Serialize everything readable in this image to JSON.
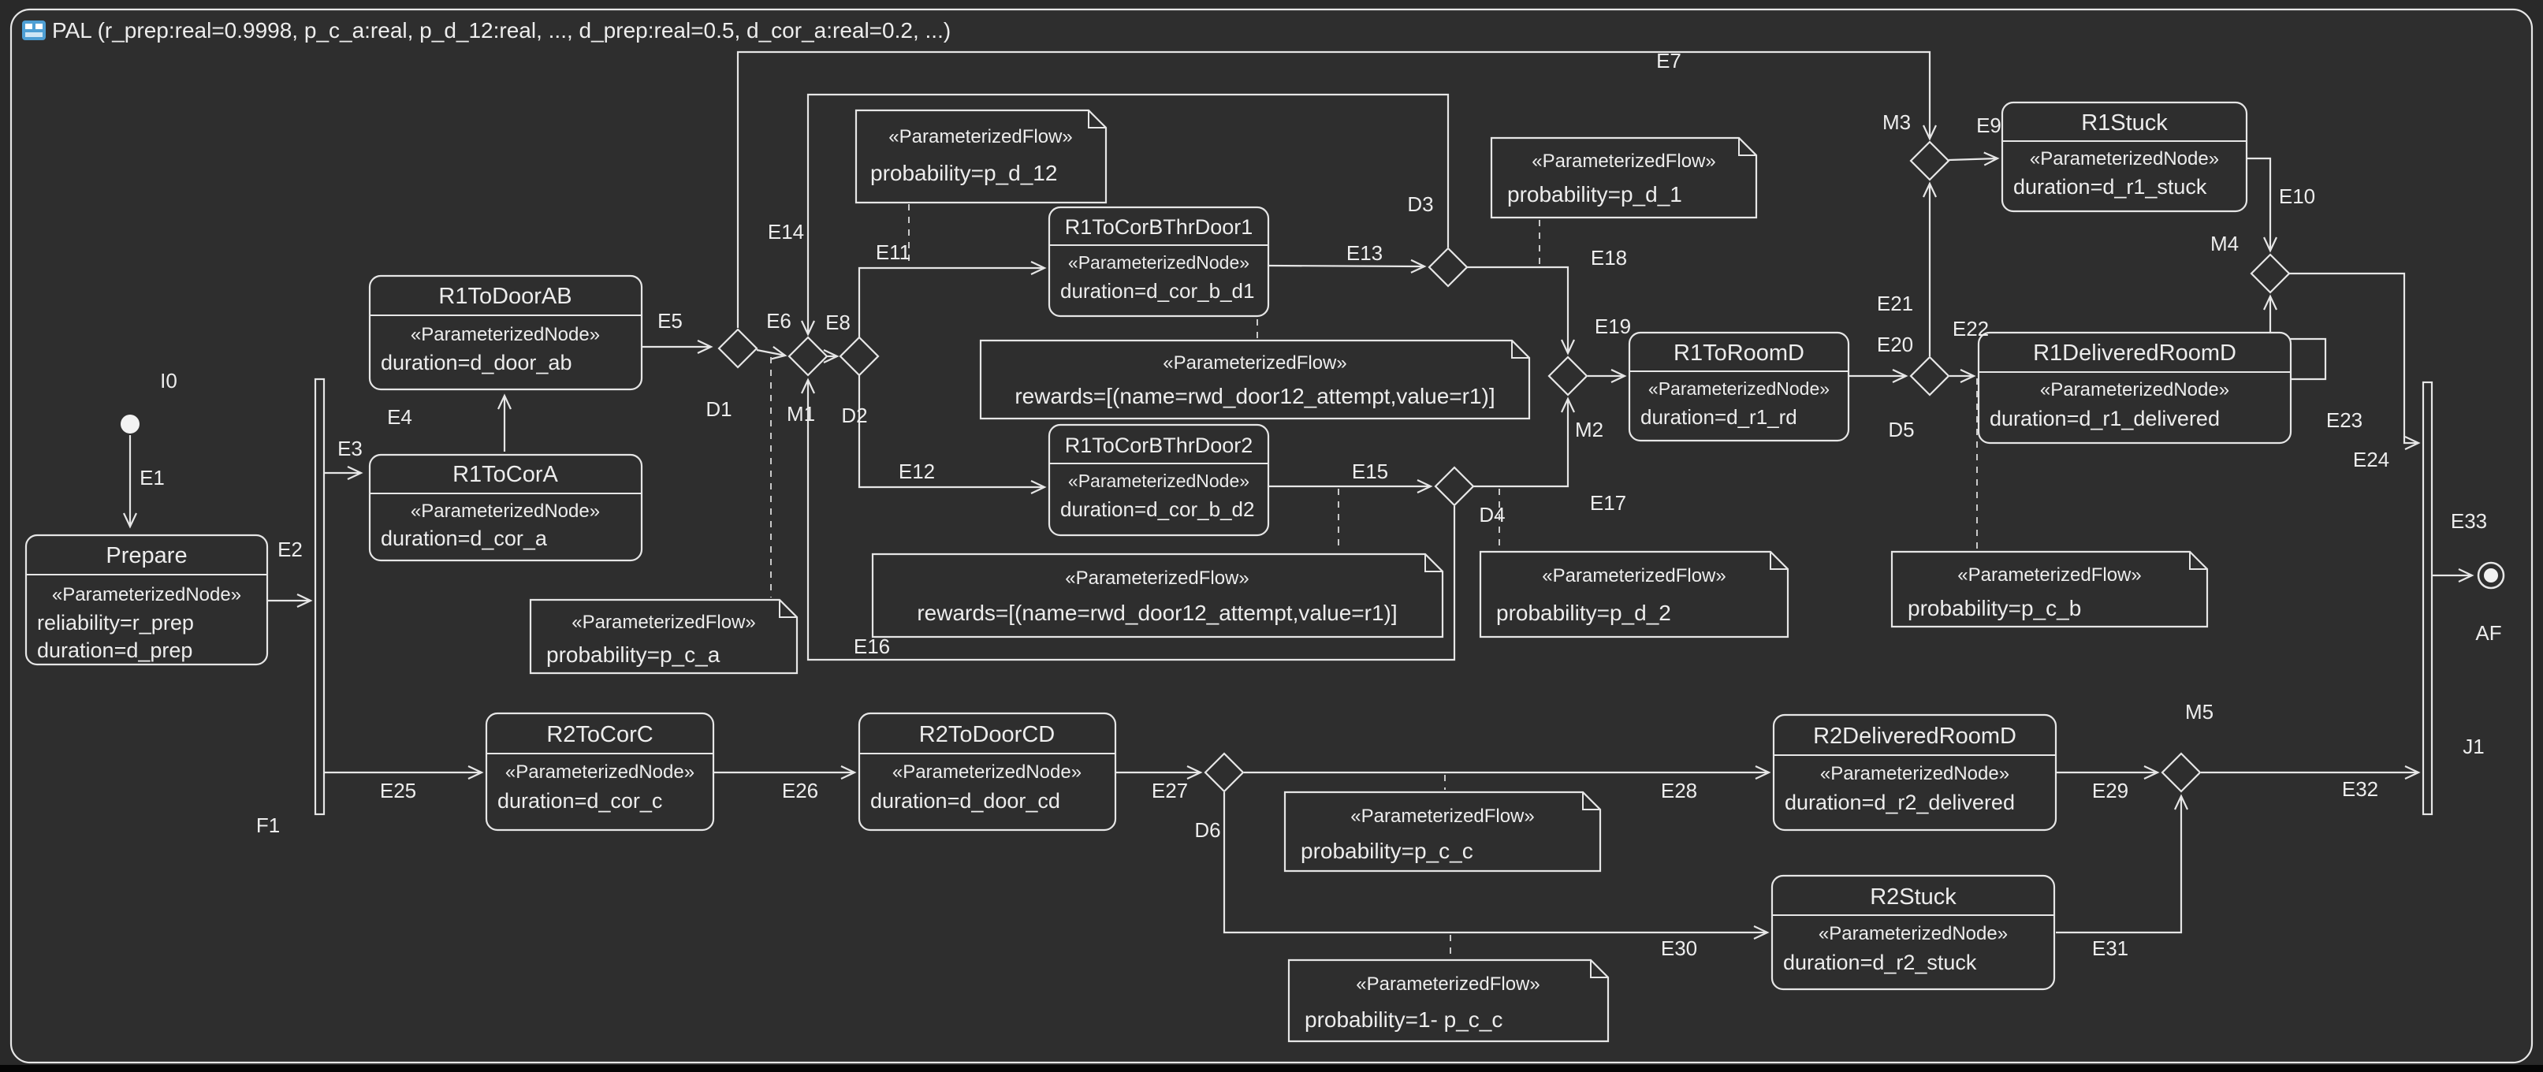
{
  "frame": {
    "title": "PAL (r_prep:real=0.9998, p_c_a:real, p_d_12:real, ..., d_prep:real=0.5, d_cor_a:real=0.2, ...)"
  },
  "stereotype_node": "«ParameterizedNode»",
  "stereotype_flow": "«ParameterizedFlow»",
  "nodes": {
    "prepare": {
      "title": "Prepare",
      "attrs": [
        "reliability=r_prep",
        "duration=d_prep"
      ]
    },
    "r1_to_door_ab": {
      "title": "R1ToDoorAB",
      "attr": "duration=d_door_ab"
    },
    "r1_to_cor_a": {
      "title": "R1ToCorA",
      "attr": "duration=d_cor_a"
    },
    "r1_door1": {
      "title": "R1ToCorBThrDoor1",
      "attr": "duration=d_cor_b_d1"
    },
    "r1_door2": {
      "title": "R1ToCorBThrDoor2",
      "attr": "duration=d_cor_b_d2"
    },
    "r1_to_room_d": {
      "title": "R1ToRoomD",
      "attr": "duration=d_r1_rd"
    },
    "r1_delivered": {
      "title": "R1DeliveredRoomD",
      "attr": "duration=d_r1_delivered"
    },
    "r1_stuck": {
      "title": "R1Stuck",
      "attr": "duration=d_r1_stuck"
    },
    "r2_to_cor_c": {
      "title": "R2ToCorC",
      "attr": "duration=d_cor_c"
    },
    "r2_to_door_cd": {
      "title": "R2ToDoorCD",
      "attr": "duration=d_door_cd"
    },
    "r2_delivered": {
      "title": "R2DeliveredRoomD",
      "attr": "duration=d_r2_delivered"
    },
    "r2_stuck": {
      "title": "R2Stuck",
      "attr": "duration=d_r2_stuck"
    }
  },
  "notes": {
    "p_d_12": "probability=p_d_12",
    "p_d_1": "probability=p_d_1",
    "rewards1": "rewards=[(name=rwd_door12_attempt,value=r1)]",
    "rewards2": "rewards=[(name=rwd_door12_attempt,value=r1)]",
    "p_c_a": "probability=p_c_a",
    "p_d_2": "probability=p_d_2",
    "p_c_b": "probability=p_c_b",
    "p_c_c": "probability=p_c_c",
    "one_minus_p_c_c": "probability=1- p_c_c"
  },
  "labels": {
    "I0": "I0",
    "F1": "F1",
    "J1": "J1",
    "AF": "AF",
    "D1": "D1",
    "D2": "D2",
    "D3": "D3",
    "D4": "D4",
    "D5": "D5",
    "D6": "D6",
    "M1": "M1",
    "M2": "M2",
    "M3": "M3",
    "M4": "M4",
    "M5": "M5",
    "E1": "E1",
    "E2": "E2",
    "E3": "E3",
    "E4": "E4",
    "E5": "E5",
    "E6": "E6",
    "E7": "E7",
    "E8": "E8",
    "E9": "E9",
    "E10": "E10",
    "E11": "E11",
    "E12": "E12",
    "E13": "E13",
    "E14": "E14",
    "E15": "E15",
    "E16": "E16",
    "E17": "E17",
    "E18": "E18",
    "E19": "E19",
    "E20": "E20",
    "E21": "E21",
    "E22": "E22",
    "E23": "E23",
    "E24": "E24",
    "E25": "E25",
    "E26": "E26",
    "E27": "E27",
    "E28": "E28",
    "E29": "E29",
    "E30": "E30",
    "E31": "E31",
    "E32": "E32",
    "E33": "E33"
  },
  "colors": {
    "background": "#2e2e2e",
    "line": "#e6e6e6",
    "icon_blue": "#4e9fd4"
  }
}
